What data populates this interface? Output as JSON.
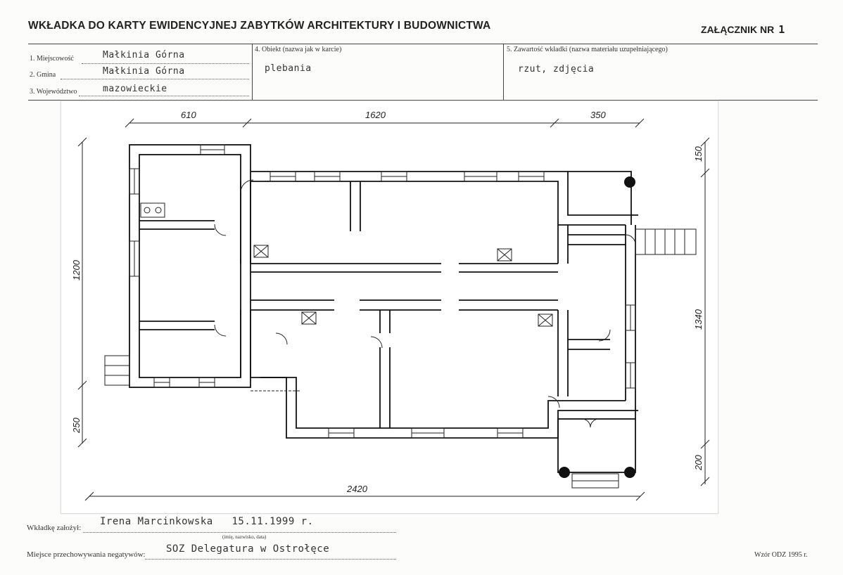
{
  "header": {
    "title": "WKŁADKA DO KARTY EWIDENCYJNEJ ZABYTKÓW ARCHITEKTURY I BUDOWNICTWA",
    "attachment_label": "ZAŁĄCZNIK NR",
    "attachment_number": "1"
  },
  "fields": {
    "miejscowosc_label": "1. Miejscowość",
    "miejscowosc_value": "Małkinia Górna",
    "gmina_label": "2. Gmina",
    "gmina_value": "Małkinia Górna",
    "wojewodztwo_label": "3. Województwo",
    "wojewodztwo_value": "mazowieckie",
    "obiekt_label": "4. Obiekt (nazwa jak w karcie)",
    "obiekt_value": "plebania",
    "zawartosc_label": "5. Zawartość wkładki (nazwa materiału uzupełniającego)",
    "zawartosc_value": "rzut, zdjęcia"
  },
  "plan": {
    "dim_top": [
      "610",
      "1620",
      "350"
    ],
    "dim_right": [
      "150",
      "1340",
      "200"
    ],
    "dim_left": [
      "1200",
      "250"
    ],
    "dim_bottom": "2420"
  },
  "footer": {
    "zalozyl_label": "Wkładkę założył:",
    "zalozyl_value": "Irena Marcinkowska   15.11.1999 r.",
    "zalozyl_hint": "(imię, nazwisko, data)",
    "miejsce_label": "Miejsce przechowywania negatywów:",
    "miejsce_value": "SOZ Delegatura w Ostrołęce",
    "wzor": "Wzór ODZ 1995 r."
  }
}
